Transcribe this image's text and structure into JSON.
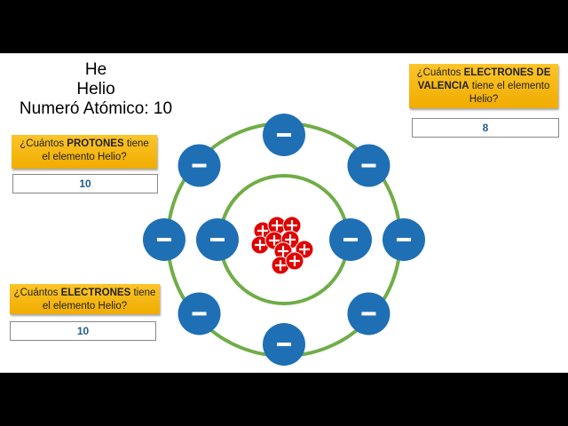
{
  "element": {
    "symbol": "He",
    "name": "Helio",
    "atomic_number_label": "Numeró Atómico: 10"
  },
  "questions": {
    "protons": {
      "pre": "¿Cuántos ",
      "bold": "PROTONES",
      "post": " tiene el elemento Helio?",
      "answer": "10"
    },
    "electrons": {
      "pre": "¿Cuántos ",
      "bold": "ELECTRONES",
      "post": " tiene el elemento Helio?",
      "answer": "10"
    },
    "valence": {
      "pre": "¿Cuántos ",
      "bold": "ELECTRONES DE VALENCIA",
      "post": " tiene el elemento Helio?",
      "answer": "8"
    }
  },
  "colors": {
    "shell": "#70ad47",
    "electron": "#1f6fb5",
    "proton": "#e00000"
  },
  "atom": {
    "protons": 10,
    "inner_electrons": 2,
    "outer_electrons": 8,
    "electron_symbol": "–",
    "proton_symbol": "+"
  }
}
